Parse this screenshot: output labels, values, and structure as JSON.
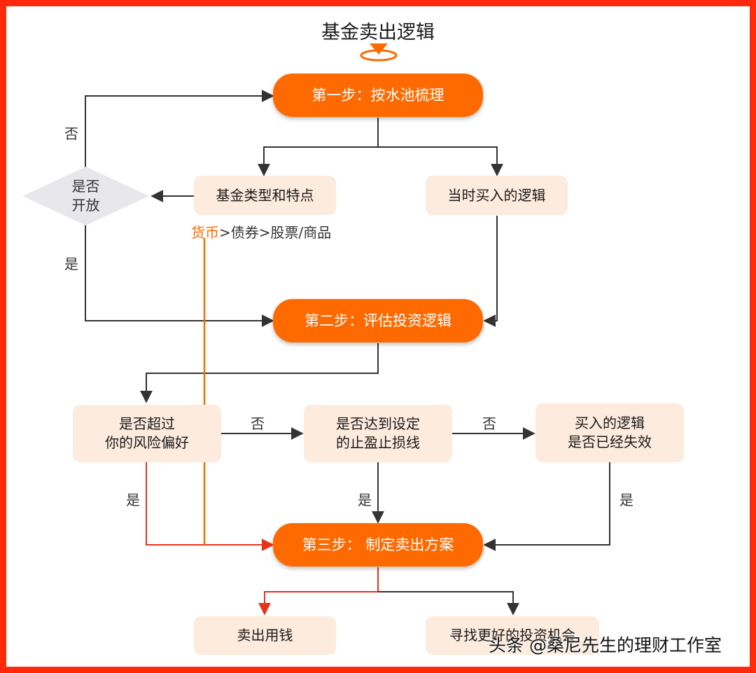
{
  "title": "基金卖出逻辑",
  "nodes": {
    "step1": "第一步：按水池梳理",
    "fund_types": "基金类型和特点",
    "buy_logic": "当时买入的逻辑",
    "step2": "第二步：评估投资逻辑",
    "risk_check": "是否超过\n你的风险偏好",
    "stop_check": "是否达到设定\n的止盈止损线",
    "logic_check": "买入的逻辑\n是否已经失效",
    "step3": "第三步： 制定卖出方案",
    "sell_use": "卖出用钱",
    "find_better": "寻找更好的投资机会"
  },
  "decision": {
    "text": "是否\n开放"
  },
  "order": {
    "highlight": "货币",
    "rest": ">债券>股票/商品"
  },
  "edge_labels": {
    "no": "否",
    "yes": "是"
  },
  "colors": {
    "accent": "#ff6a00",
    "frame": "#ff2a0a",
    "box": "#fdebdd",
    "arrow": "#333333",
    "red_arrow": "#e8321a"
  },
  "watermark": "头条 @桑尼先生的理财工作室"
}
